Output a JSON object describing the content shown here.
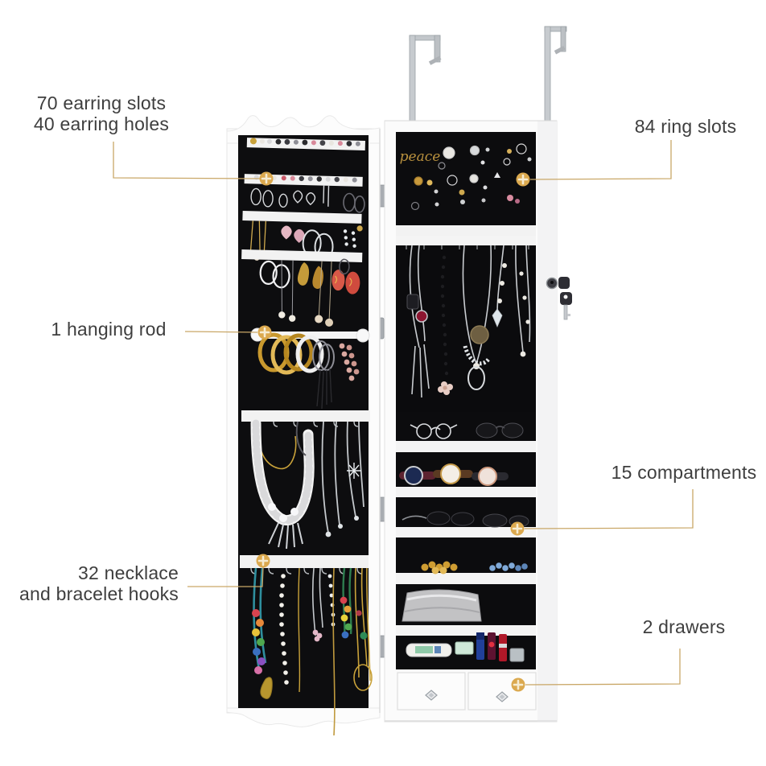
{
  "colors": {
    "accent_gold": "#DBA94F",
    "leader_line": "#C9A767",
    "label_text": "#3E3E3E",
    "velvet_black": "#0C0C0E",
    "cabinet_white": "#FBFBFB",
    "metal_gray": "#B9BDC1"
  },
  "callouts": {
    "earring_slots": {
      "line1": "70 earring slots",
      "line2": "40 earring holes"
    },
    "ring_slots": {
      "label": "84 ring slots"
    },
    "hanging_rod": {
      "label": "1 hanging rod"
    },
    "compartments": {
      "label": "15 compartments"
    },
    "necklace_hooks": {
      "line1": "32 necklace",
      "line2": "and bracelet hooks"
    },
    "drawers": {
      "label": "2 drawers"
    }
  },
  "cabinet": {
    "ring_panel_script": "peace"
  }
}
